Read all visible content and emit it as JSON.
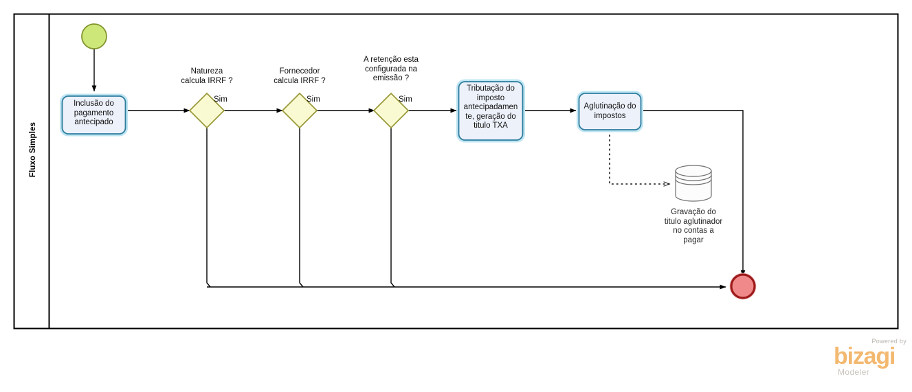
{
  "diagram": {
    "type": "bpmn-process-flow",
    "pool": {
      "lane_title": "Fluxo Simples"
    },
    "start_event": {
      "name": "start-event"
    },
    "end_event": {
      "name": "end-event"
    },
    "tasks": [
      {
        "id": "task-inclusao",
        "label": "Inclusão do\npagamento\nantecipado"
      },
      {
        "id": "task-tributacao",
        "label": "Tributação do\nimposto\nantecipadamen\nte, geração do\ntitulo TXA"
      },
      {
        "id": "task-aglutinacao",
        "label": "Aglutinação do\nimpostos"
      }
    ],
    "gateways": [
      {
        "id": "gw-natureza",
        "label": "Natureza\ncalcula IRRF ?",
        "yes_label": "Sim"
      },
      {
        "id": "gw-fornecedor",
        "label": "Fornecedor\ncalcula IRRF ?",
        "yes_label": "Sim"
      },
      {
        "id": "gw-retencao",
        "label": "A retenção esta\nconfigurada na\nemissão ?",
        "yes_label": "Sim"
      }
    ],
    "data_store": {
      "id": "datastore-gravacao",
      "label": "Gravação do\ntitulo aglutinador\nno contas a\npagar"
    },
    "colors": {
      "task_fill": "#EDF1FA",
      "task_stroke": "#2D7C9E",
      "task_glow": "#BFE5F2",
      "gateway_fill": "#FAFAD2",
      "gateway_stroke": "#9A9A3C",
      "start_fill": "#CDE879",
      "start_stroke": "#83942F",
      "end_fill": "#F08A8A",
      "end_stroke": "#9E1A1A",
      "flow_line": "#000000",
      "pool_border": "#000000",
      "datastore_stroke": "#6E6E6E"
    }
  },
  "branding": {
    "powered_by": "Powered by",
    "product_pre": "b",
    "product_i": "i",
    "product_post": "zagi",
    "product": "bizagi",
    "modeler": "Modeler"
  }
}
